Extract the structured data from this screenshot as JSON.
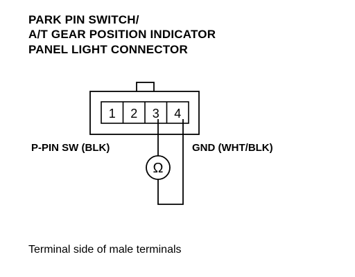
{
  "title": {
    "line1": "PARK PIN SWITCH/",
    "line2": "A/T GEAR POSITION INDICATOR",
    "line3": "PANEL LIGHT CONNECTOR"
  },
  "connector": {
    "pins": [
      "1",
      "2",
      "3",
      "4"
    ]
  },
  "wires": {
    "left_label": "P-PIN SW (BLK)",
    "right_label": "GND (WHT/BLK)"
  },
  "meter": {
    "symbol": "Ω"
  },
  "caption": "Terminal side of male terminals"
}
